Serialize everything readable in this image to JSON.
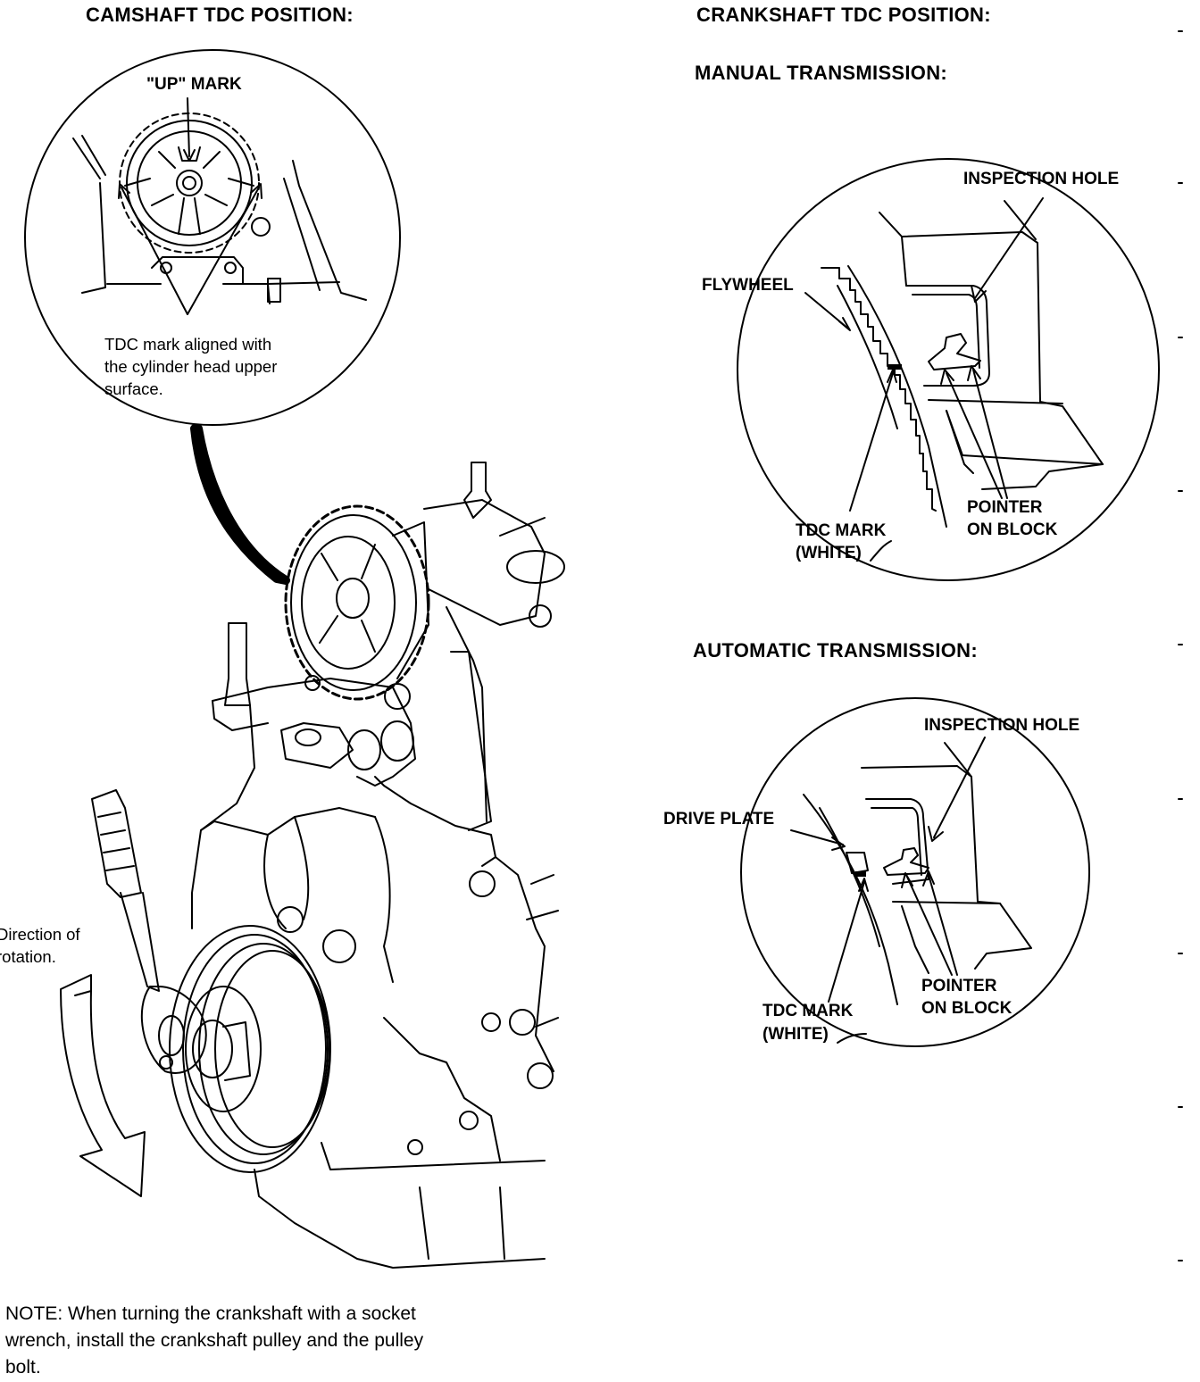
{
  "camshaft": {
    "title": "CAMSHAFT  TDC POSITION:",
    "up_mark": "\"UP\" MARK",
    "tdc_note": [
      "TDC mark aligned with",
      "the cylinder head upper",
      "surface."
    ]
  },
  "crankshaft": {
    "title": "CRANKSHAFT TDC POSITION:",
    "manual": {
      "title": "MANUAL TRANSMISSION:",
      "inspection_hole": "INSPECTION HOLE",
      "flywheel": "FLYWHEEL",
      "tdc_mark": [
        "TDC MARK",
        "(WHITE)"
      ],
      "pointer": [
        "POINTER",
        "ON BLOCK"
      ]
    },
    "automatic": {
      "title": "AUTOMATIC TRANSMISSION:",
      "inspection_hole": "INSPECTION HOLE",
      "drive_plate": "DRIVE PLATE",
      "tdc_mark": [
        "TDC MARK",
        "(WHITE)"
      ],
      "pointer": [
        "POINTER",
        "ON BLOCK"
      ]
    }
  },
  "rotation": [
    "Direction of",
    "rotation."
  ],
  "note": [
    "NOTE:  When turning the crankshaft with a socket",
    "wrench, install the crankshaft pulley and the pulley",
    "bolt."
  ]
}
